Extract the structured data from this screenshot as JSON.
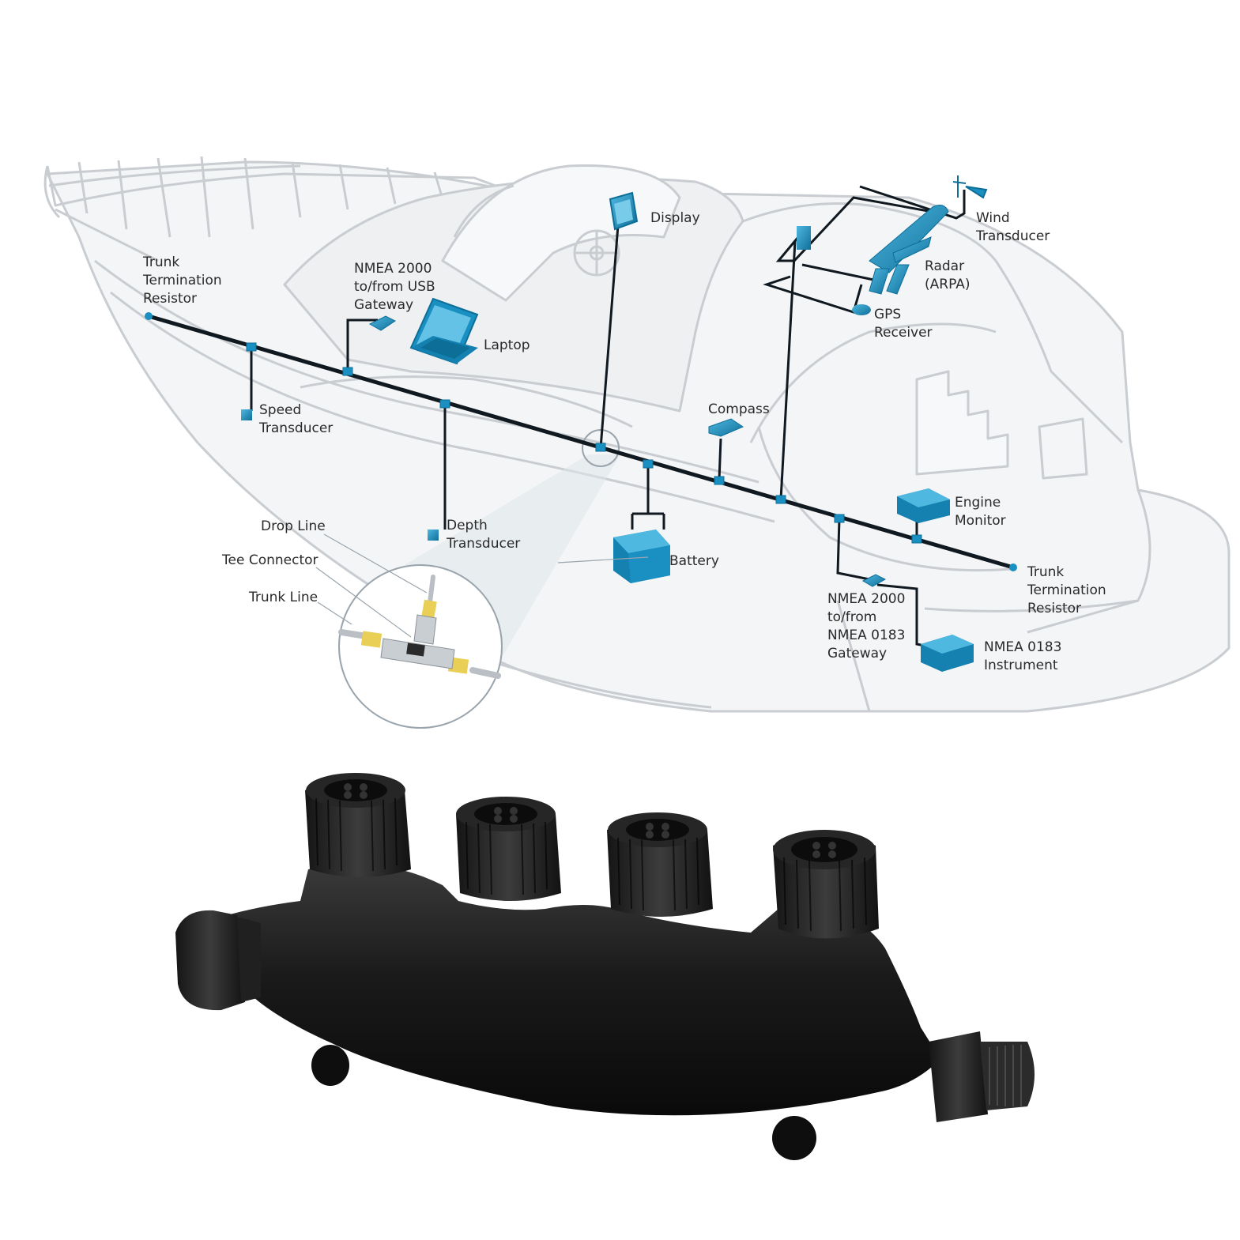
{
  "colors": {
    "boat_line": "#c9cdd1",
    "boat_fill": "#eef0f2",
    "trunk": "#101820",
    "device": "#1a8fc1",
    "device_dark": "#0d6e98",
    "device_light": "#44b3de",
    "connector_body": "#1c1c1c"
  },
  "labels": {
    "trunk_term_left": [
      "Trunk",
      "Termination",
      "Resistor"
    ],
    "usb_gateway": [
      "NMEA 2000",
      "to/from USB",
      "Gateway"
    ],
    "laptop": [
      "Laptop"
    ],
    "display": [
      "Display"
    ],
    "wind": [
      "Wind",
      "Transducer"
    ],
    "radar": [
      "Radar",
      "(ARPA)"
    ],
    "gps": [
      "GPS",
      "Receiver"
    ],
    "speed": [
      "Speed",
      "Transducer"
    ],
    "compass": [
      "Compass"
    ],
    "engine": [
      "Engine",
      "Monitor"
    ],
    "drop_line": [
      "Drop Line"
    ],
    "tee_connector": [
      "Tee Connector"
    ],
    "trunk_line": [
      "Trunk Line"
    ],
    "depth": [
      "Depth",
      "Transducer"
    ],
    "battery": [
      "Battery"
    ],
    "trunk_term_right": [
      "Trunk",
      "Termination",
      "Resistor"
    ],
    "n0183_gateway": [
      "NMEA 2000",
      "to/from",
      "NMEA 0183",
      "Gateway"
    ],
    "n0183_instrument": [
      "NMEA 0183",
      "Instrument"
    ]
  },
  "icons": {
    "display": "display-icon",
    "laptop": "laptop-icon",
    "radar": "radar-icon",
    "wind": "wind-vane-icon",
    "gps": "gps-dome-icon",
    "battery": "battery-icon",
    "compass": "compass-box-icon",
    "engine": "engine-monitor-icon",
    "instrument": "instrument-box-icon",
    "gateway": "gateway-box-icon",
    "transducer": "transducer-icon"
  }
}
